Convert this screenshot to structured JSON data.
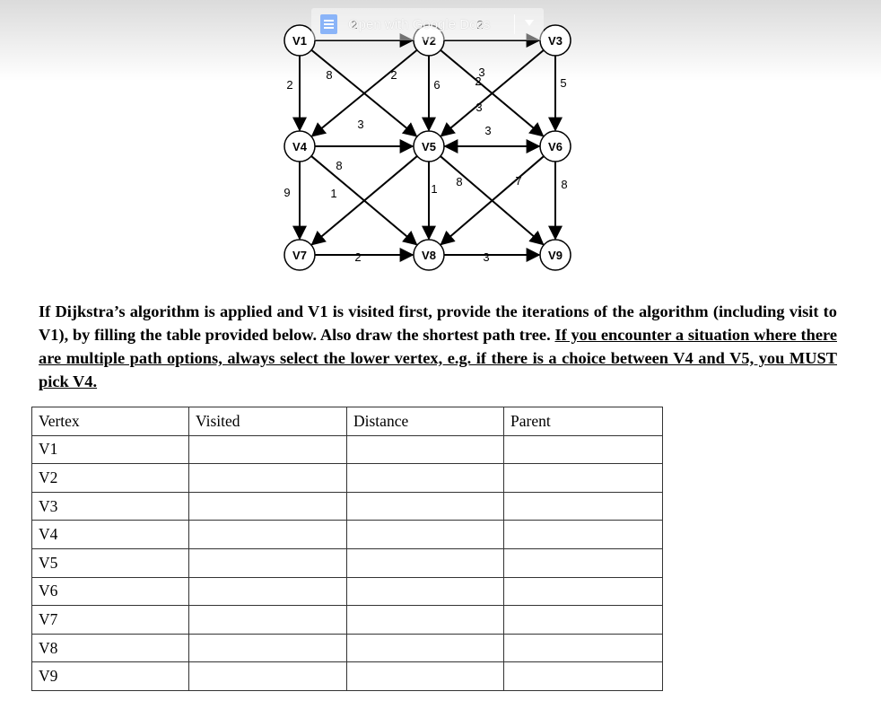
{
  "open_with": {
    "label": "Open with Google Docs",
    "icon": "google-docs-icon"
  },
  "graph": {
    "vertices": [
      "V1",
      "V2",
      "V3",
      "V4",
      "V5",
      "V6",
      "V7",
      "V8",
      "V9"
    ],
    "edges": [
      {
        "from": "V1",
        "to": "V2",
        "weight": "2"
      },
      {
        "from": "V2",
        "to": "V3",
        "weight": "2"
      },
      {
        "from": "V1",
        "to": "V4",
        "weight": "2"
      },
      {
        "from": "V2",
        "to": "V4",
        "weight": "8"
      },
      {
        "from": "V1",
        "to": "V5",
        "weight": "2"
      },
      {
        "from": "V2",
        "to": "V5",
        "weight": "6"
      },
      {
        "from": "V6",
        "to": "V5",
        "weight": "3"
      },
      {
        "from": "V3",
        "to": "V5",
        "weight": "3"
      },
      {
        "from": "V2",
        "to": "V6",
        "weight": "2"
      },
      {
        "from": "V3",
        "to": "V6",
        "weight": "5"
      },
      {
        "from": "V4",
        "to": "V5",
        "weight": "3"
      },
      {
        "from": "V5",
        "to": "V6",
        "weight": "3"
      },
      {
        "from": "V4",
        "to": "V7",
        "weight": "9"
      },
      {
        "from": "V4",
        "to": "V8",
        "weight": "8"
      },
      {
        "from": "V5",
        "to": "V7",
        "weight": "1"
      },
      {
        "from": "V5",
        "to": "V8",
        "weight": "1"
      },
      {
        "from": "V5",
        "to": "V9",
        "weight": "8"
      },
      {
        "from": "V6",
        "to": "V8",
        "weight": "7"
      },
      {
        "from": "V6",
        "to": "V9",
        "weight": "8"
      },
      {
        "from": "V7",
        "to": "V8",
        "weight": "2"
      },
      {
        "from": "V8",
        "to": "V9",
        "weight": "3"
      }
    ]
  },
  "question": {
    "plain": "If Dijkstra’s algorithm is applied and V1 is visited first, provide the iterations of the algorithm (including visit to V1), by filling the table provided below. Also draw the shortest path tree.",
    "underlined": "If you encounter a situation where there are multiple path options, always select the lower vertex, e.g. if there is a choice between V4 and V5, you MUST pick V4."
  },
  "table": {
    "headers": [
      "Vertex",
      "Visited",
      "Distance",
      "Parent"
    ],
    "rows": [
      [
        "V1",
        "",
        "",
        ""
      ],
      [
        "V2",
        "",
        "",
        ""
      ],
      [
        "V3",
        "",
        "",
        ""
      ],
      [
        "V4",
        "",
        "",
        ""
      ],
      [
        "V5",
        "",
        "",
        ""
      ],
      [
        "V6",
        "",
        "",
        ""
      ],
      [
        "V7",
        "",
        "",
        ""
      ],
      [
        "V8",
        "",
        "",
        ""
      ],
      [
        "V9",
        "",
        "",
        ""
      ]
    ]
  }
}
